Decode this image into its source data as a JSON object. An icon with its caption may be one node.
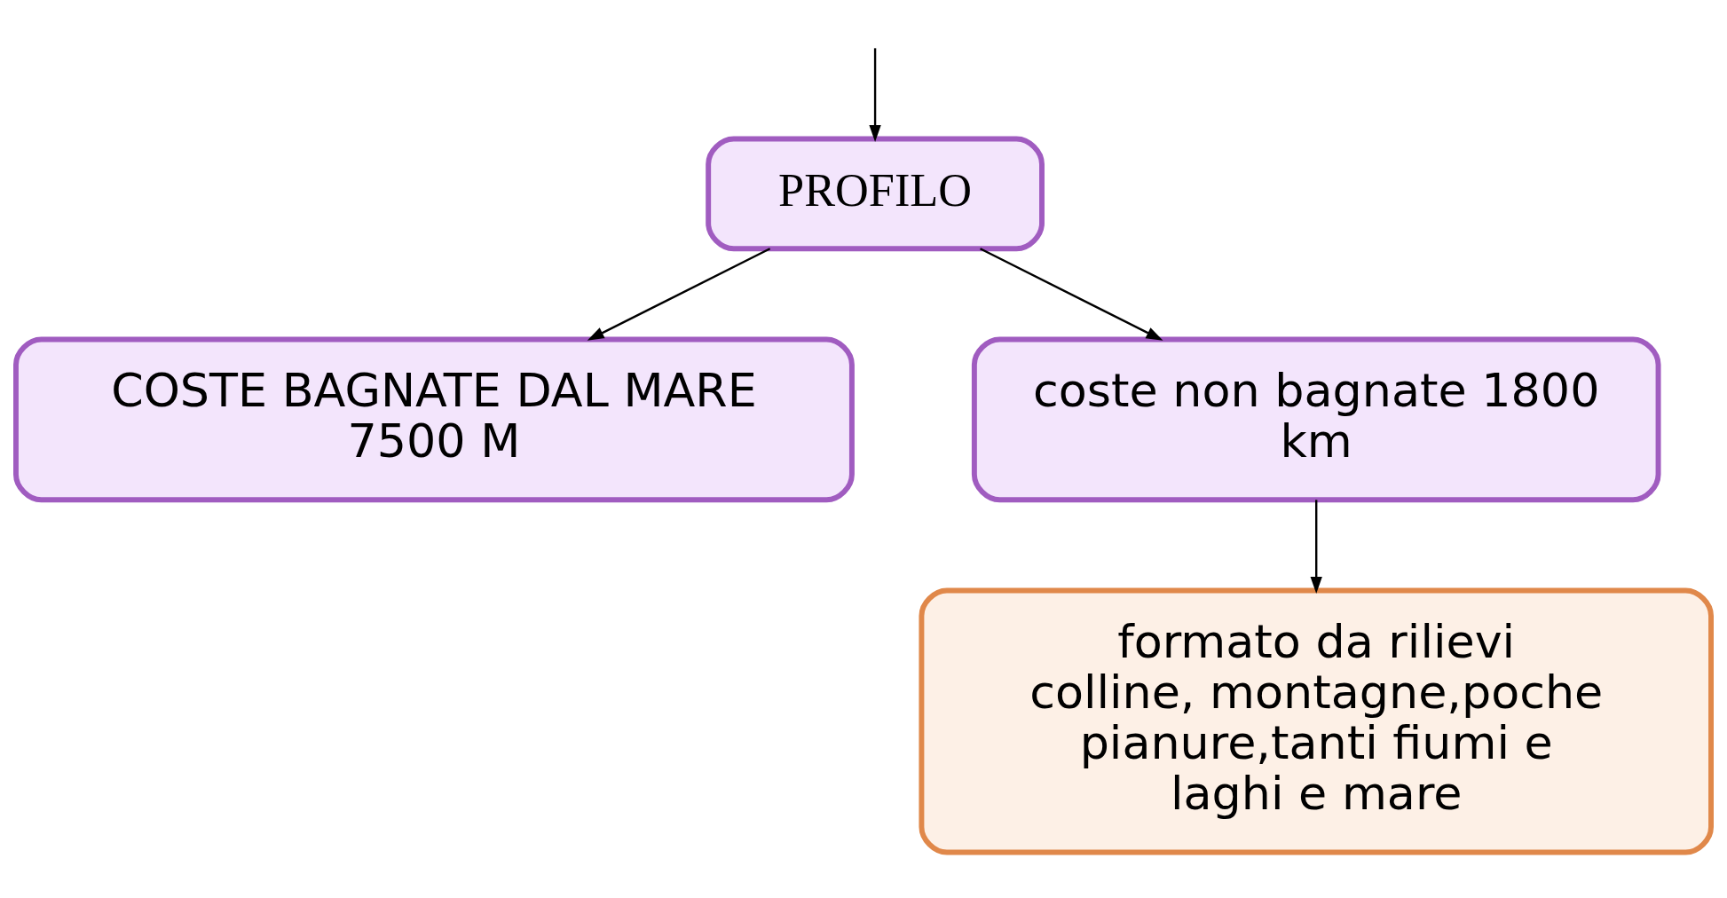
{
  "diagram": {
    "nodes": [
      {
        "text": [
          "PROFILO"
        ]
      },
      {
        "text": [
          "COSTE BAGNATE DAL MARE 7500 M"
        ]
      },
      {
        "text": [
          "coste non bagnate 1800 km"
        ]
      },
      {
        "text": [
          "formato da rilievi colline, montagne,poche pianure,tanti fiumi e laghi e mare"
        ]
      }
    ],
    "edges": [
      {
        "from": null,
        "to": 0,
        "arrow": "to"
      },
      {
        "from": 0,
        "to": 1,
        "arrow": "to"
      },
      {
        "from": 0,
        "to": 2,
        "arrow": "to"
      },
      {
        "from": 2,
        "to": 3,
        "arrow": "to"
      }
    ]
  }
}
